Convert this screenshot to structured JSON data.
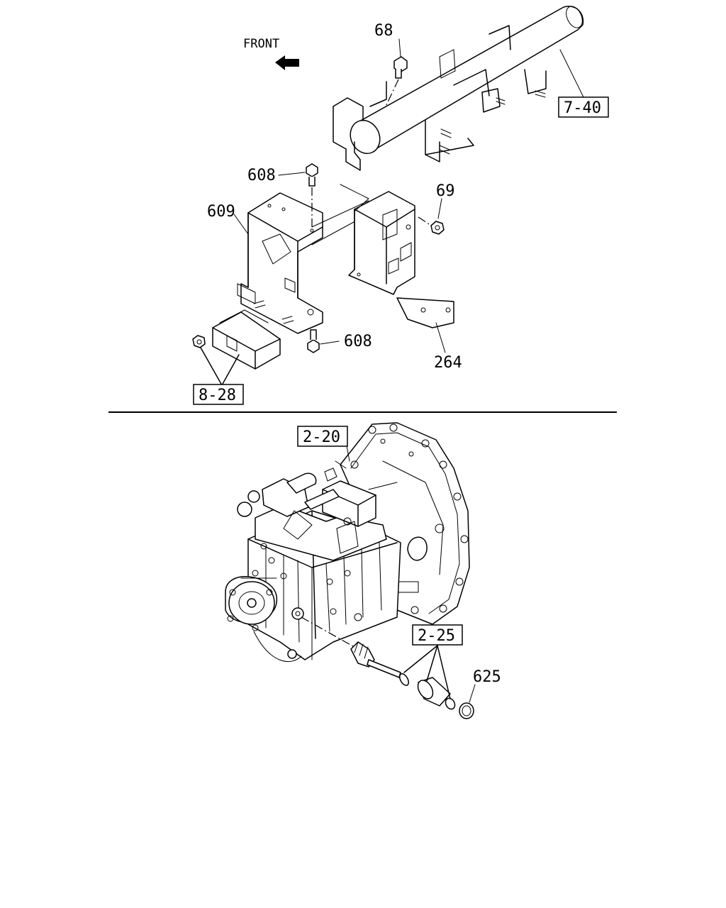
{
  "orientation": {
    "text": "FRONT",
    "arrow_icon": "front-arrow-icon"
  },
  "upper_assembly": {
    "labels": {
      "bolt_top": "68",
      "frame_ref": "7-40",
      "bolt_upper": "608",
      "bracket_left": "609",
      "nut": "69",
      "bolt_lower": "608",
      "bracket_right": "264",
      "module_ref": "8-28"
    }
  },
  "lower_assembly": {
    "labels": {
      "transmission_ref": "2-20",
      "speed_sensor_ref": "2-25",
      "cap": "625"
    }
  }
}
